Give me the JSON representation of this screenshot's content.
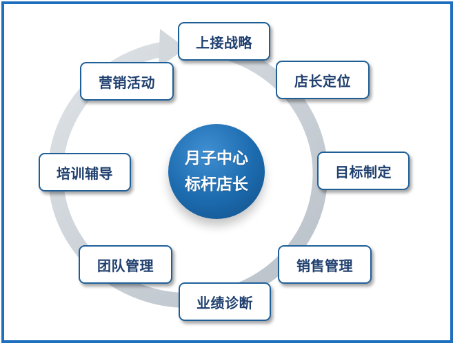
{
  "center": {
    "line1": "月子中心",
    "line2": "标杆店长"
  },
  "nodes": [
    {
      "label": "上接战略"
    },
    {
      "label": "店长定位"
    },
    {
      "label": "目标制定"
    },
    {
      "label": "销售管理"
    },
    {
      "label": "业绩诊断"
    },
    {
      "label": "团队管理"
    },
    {
      "label": "培训辅导"
    },
    {
      "label": "营销活动"
    }
  ],
  "colors": {
    "frame": "#1f6fbf",
    "center_fill": "#1c6aae",
    "node_border": "#1f5f98",
    "node_text": "#1f3f6e",
    "ring": "#c9d0d7"
  }
}
